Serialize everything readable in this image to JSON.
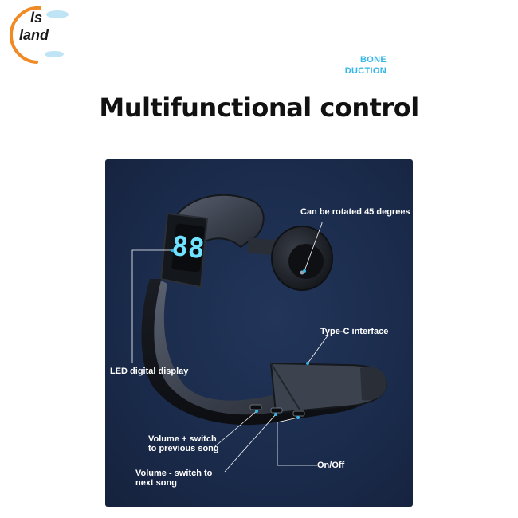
{
  "logo": {
    "line1": "ls",
    "line2": "land"
  },
  "brand_tag": {
    "line1": "BONE",
    "line2": "DUCTION"
  },
  "headline": "Multifunctional control",
  "led_digits": "88",
  "callouts": {
    "rotate": "Can be rotated 45 degrees",
    "typec": "Type-C interface",
    "led": "LED digital display",
    "vol_up": "Volume + switch\nto previous song",
    "vol_down": "Volume - switch to\nnext song",
    "onoff": "On/Off"
  },
  "colors": {
    "panel": "#1a2a4a",
    "accent": "#35b6e8",
    "led": "#6fe3ff"
  }
}
